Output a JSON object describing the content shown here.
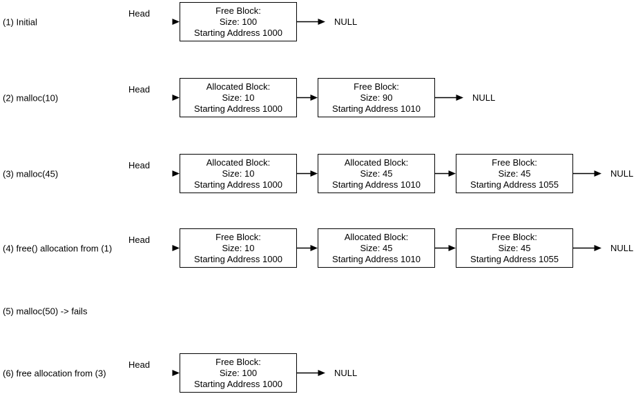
{
  "diagram": {
    "head_label": "Head",
    "null_label": "NULL",
    "colors": {
      "background": "#ffffff",
      "line": "#000000",
      "text": "#000000",
      "box_fill": "#ffffff"
    },
    "rows": [
      {
        "label": "(1) Initial",
        "nodes": [
          {
            "title": "Free Block:",
            "size": "Size: 100",
            "address": "Starting Address 1000"
          }
        ],
        "terminator": "NULL"
      },
      {
        "label": "(2) malloc(10)",
        "nodes": [
          {
            "title": "Allocated Block:",
            "size": "Size: 10",
            "address": "Starting Address 1000"
          },
          {
            "title": "Free Block:",
            "size": "Size: 90",
            "address": "Starting Address 1010"
          }
        ],
        "terminator": "NULL"
      },
      {
        "label": "(3) malloc(45)",
        "nodes": [
          {
            "title": "Allocated Block:",
            "size": "Size: 10",
            "address": "Starting Address 1000"
          },
          {
            "title": "Allocated Block:",
            "size": "Size: 45",
            "address": "Starting Address 1010"
          },
          {
            "title": "Free Block:",
            "size": "Size: 45",
            "address": "Starting Address 1055"
          }
        ],
        "terminator": "NULL"
      },
      {
        "label": "(4) free() allocation from (1)",
        "nodes": [
          {
            "title": "Free Block:",
            "size": "Size: 10",
            "address": "Starting Address 1000"
          },
          {
            "title": "Allocated Block:",
            "size": "Size: 45",
            "address": "Starting Address 1010"
          },
          {
            "title": "Free Block:",
            "size": "Size: 45",
            "address": "Starting Address 1055"
          }
        ],
        "terminator": "NULL"
      },
      {
        "label": "(5) malloc(50) -> fails",
        "nodes": [],
        "terminator": ""
      },
      {
        "label": "(6) free allocation from (3)",
        "nodes": [
          {
            "title": "Free Block:",
            "size": "Size: 100",
            "address": "Starting Address 1000"
          }
        ],
        "terminator": "NULL"
      }
    ]
  }
}
